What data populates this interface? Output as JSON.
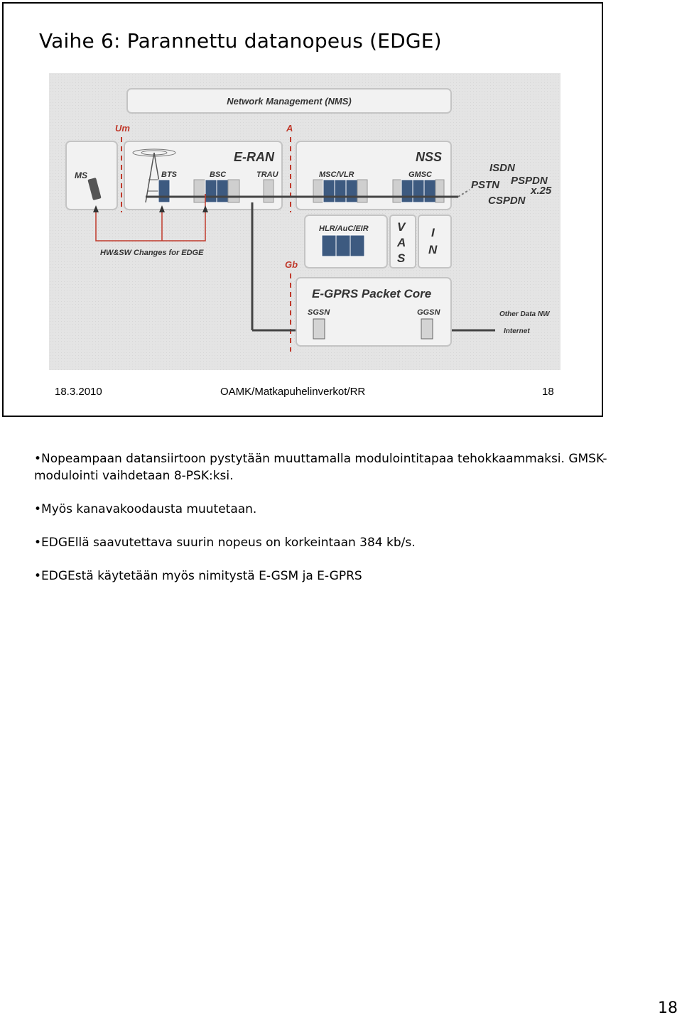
{
  "slide": {
    "title": "Vaihe 6: Parannettu datanopeus (EDGE)",
    "footer_date": "18.3.2010",
    "footer_center": "OAMK/Matkapuhelinverkot/RR",
    "footer_page": "18"
  },
  "diagram": {
    "nms_label": "Network Management (NMS)",
    "um_label": "Um",
    "a_label": "A",
    "gb_label": "Gb",
    "ms_label": "MS",
    "bts_label": "BTS",
    "bsc_label": "BSC",
    "trau_label": "TRAU",
    "eran_label": "E-RAN",
    "nss_label": "NSS",
    "msc_vlr_label": "MSC/VLR",
    "gmsc_label": "GMSC",
    "hlr_label": "HLR/AuC/EIR",
    "vas_v": "V",
    "vas_a": "A",
    "vas_s": "S",
    "in_i": "I",
    "in_n": "N",
    "isdn_label": "ISDN",
    "pstn_label": "PSTN",
    "pspdn_label": "PSPDN",
    "x25_label": "x.25",
    "cspdn_label": "CSPDN",
    "hwsw_label": "HW&SW Changes for EDGE",
    "egprs_label": "E-GPRS Packet Core",
    "sgsn_label": "SGSN",
    "ggsn_label": "GGSN",
    "other_nw_label": "Other Data NW",
    "internet_label": "Internet"
  },
  "notes": [
    "•Nopeampaan datansiirtoon pystytään muuttamalla modulointitapaa tehokkaammaksi. GMSK-modulointi vaihdetaan 8-PSK:ksi.",
    "•Myös kanavakoodausta muutetaan.",
    "•EDGEllä saavutettava suurin nopeus on korkeintaan 384 kb/s.",
    "•EDGEstä käytetään myös nimitystä E-GSM ja E-GPRS"
  ],
  "page_number": "18"
}
